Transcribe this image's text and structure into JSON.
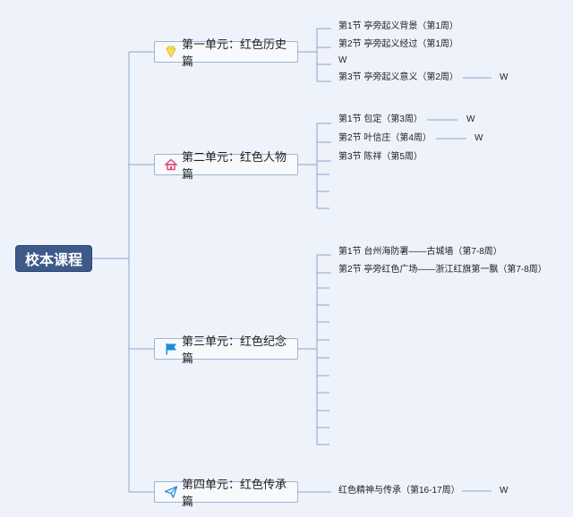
{
  "root": {
    "label": "校本课程"
  },
  "units": [
    {
      "label": "第一单元：红色历史篇",
      "icon": "gem-icon",
      "items": [
        {
          "label": "第1节 亭旁起义背景（第1周）"
        },
        {
          "label": "第2节 亭旁起义经过（第1周）"
        },
        {
          "label": "W"
        },
        {
          "label": "第3节 亭旁起义意义（第2周）",
          "note": "W"
        }
      ]
    },
    {
      "label": "第二单元：红色人物篇",
      "icon": "house-icon",
      "items": [
        {
          "label": "第1节 包定（第3周）",
          "note": "W"
        },
        {
          "label": "第2节 叶信庄（第4周）",
          "note": "W"
        },
        {
          "label": "第3节 陈祥（第5周）"
        }
      ]
    },
    {
      "label": "第三单元：红色纪念篇",
      "icon": "flag-icon",
      "items": [
        {
          "label": "第1节 台州海防署——古城墙（第7-8周）"
        },
        {
          "label": "第2节 亭旁红色广场——浙江红旗第一飘（第7-8周）"
        }
      ]
    },
    {
      "label": "第四单元：红色传承篇",
      "icon": "paper-plane-icon",
      "items": [
        {
          "label": "红色精神与传承（第16-17周）",
          "note": "W"
        }
      ]
    }
  ],
  "colors": {
    "connector": "#8ba5c9",
    "root": "#3d5a8a",
    "unit_border": "#9fb4d3"
  }
}
